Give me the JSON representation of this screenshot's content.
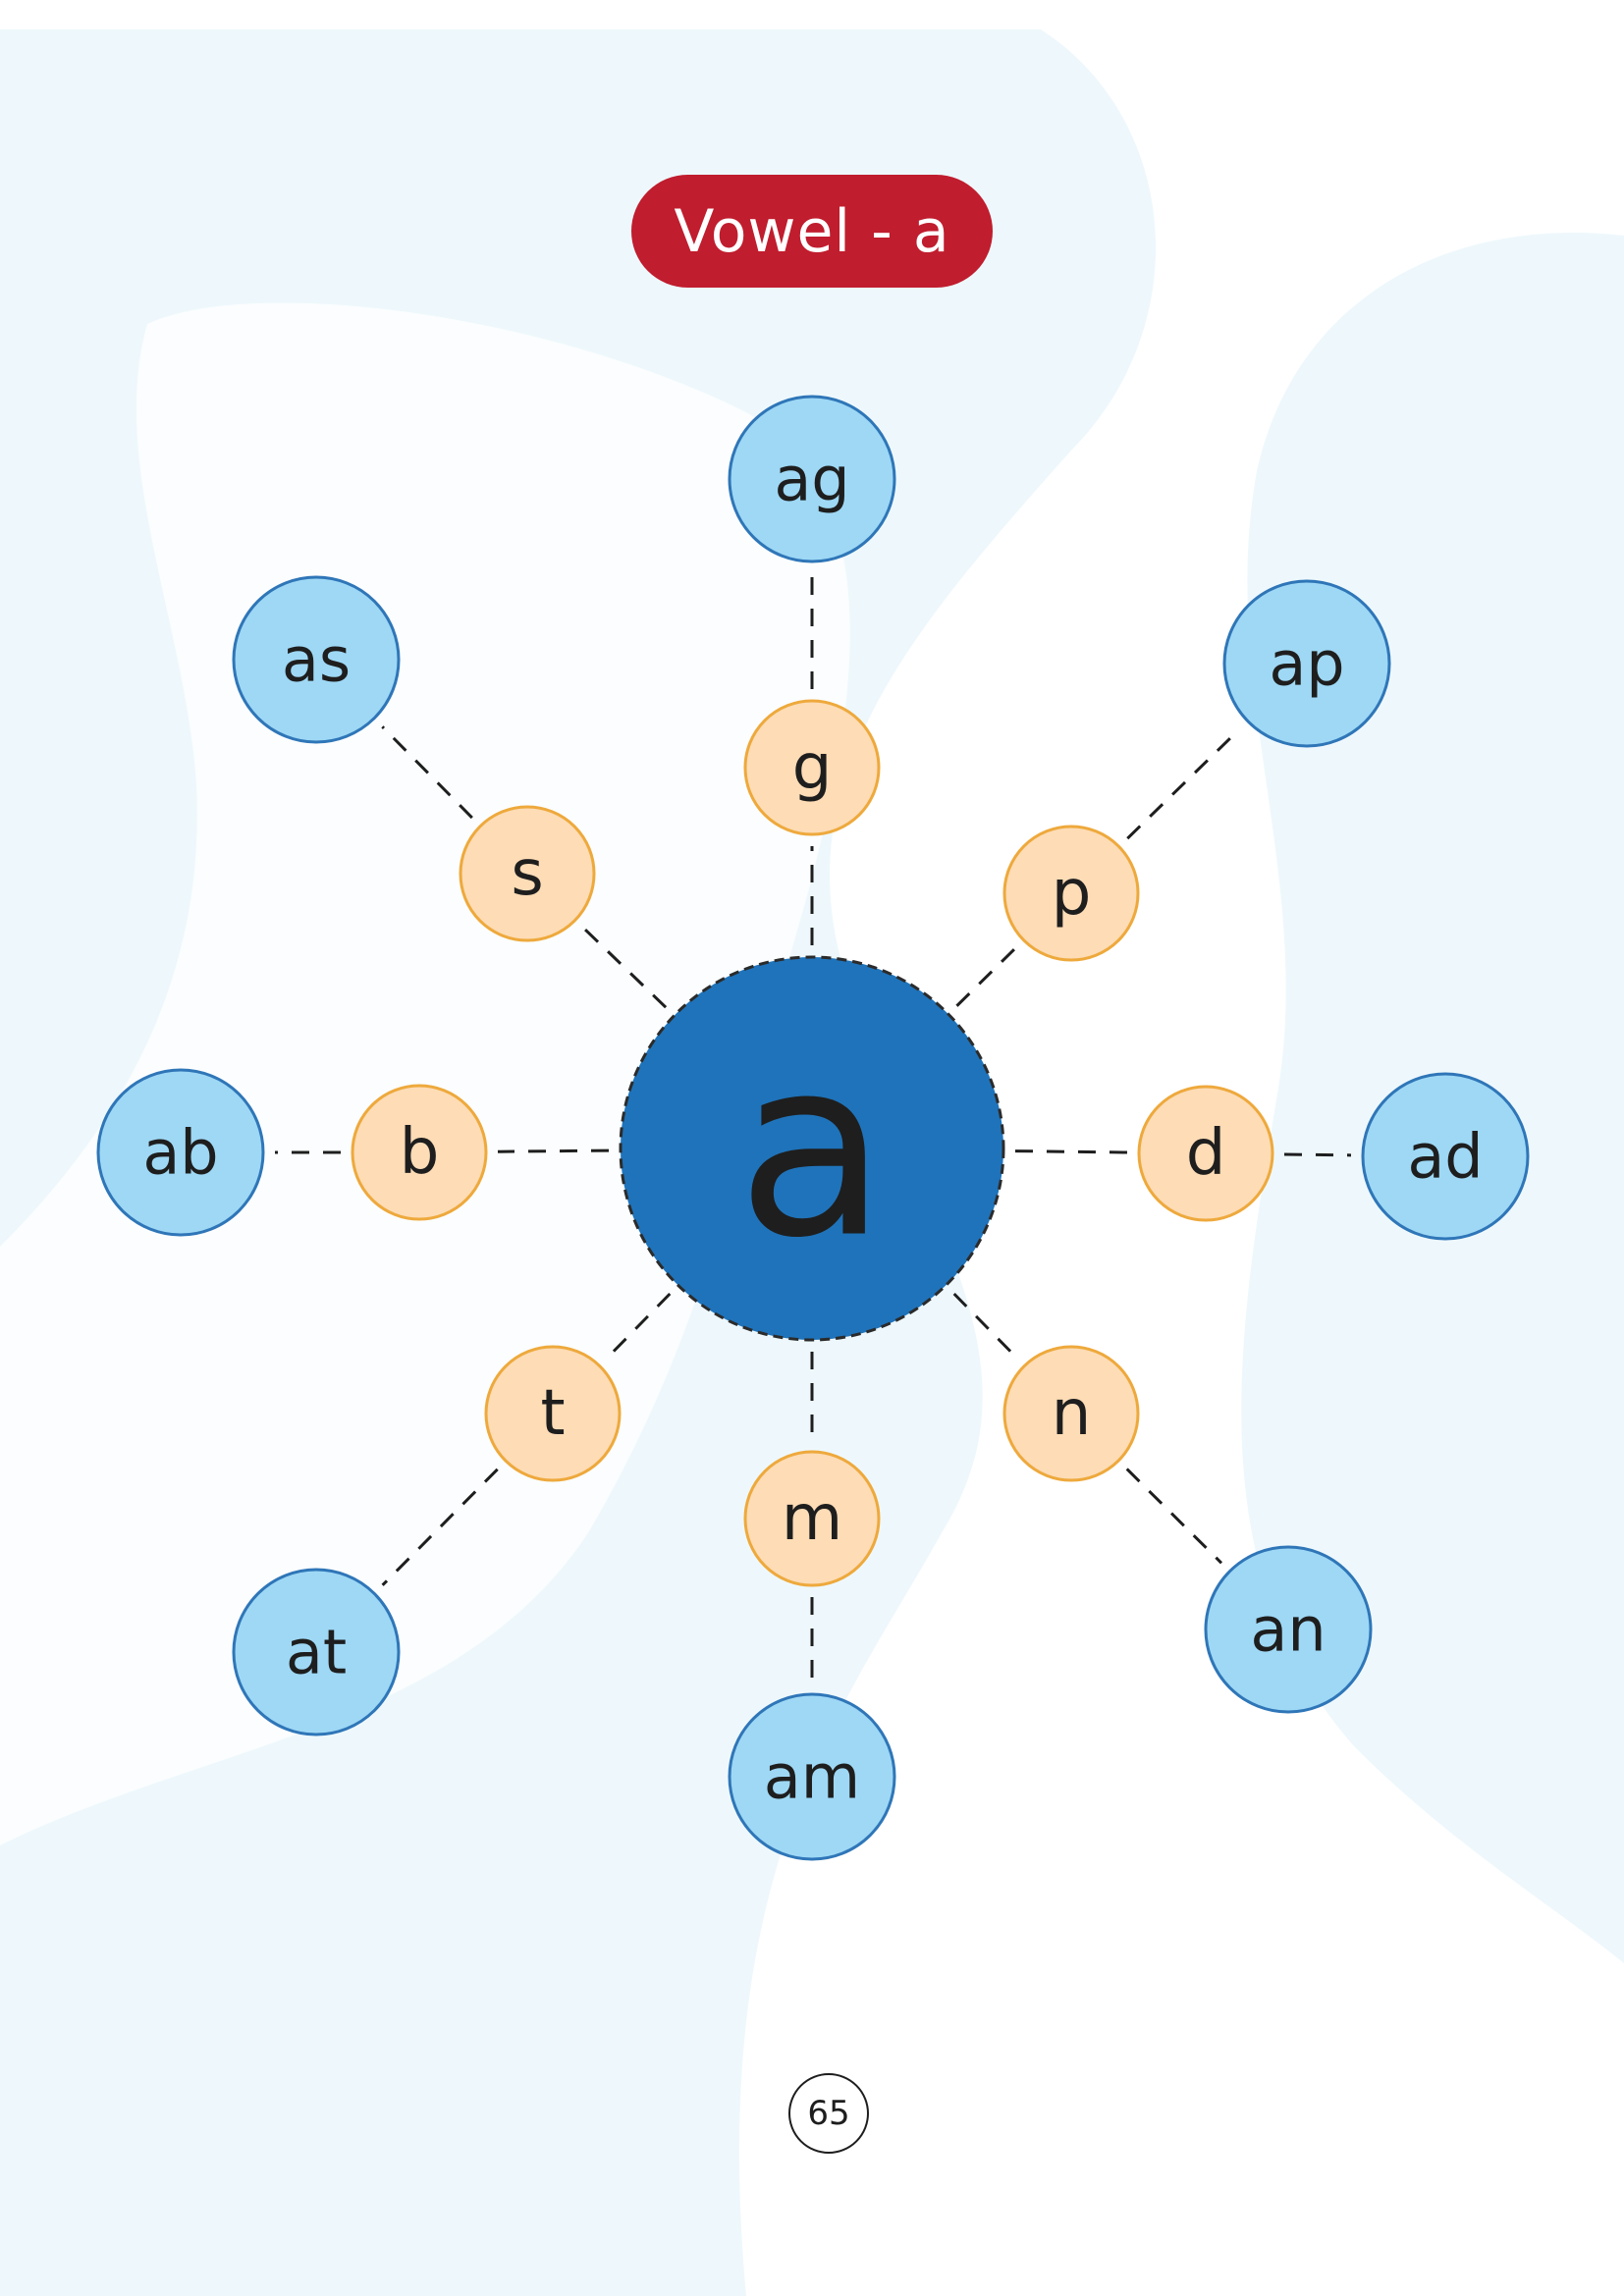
{
  "title": "Vowel - a",
  "center_letter": "a",
  "page_number": "65",
  "colors": {
    "title_bg": "#c01d2e",
    "center_fill": "#1f73ba",
    "outer_fill": "#9ed8f5",
    "outer_stroke": "#2f76b8",
    "inner_fill": "#fddcb6",
    "inner_stroke": "#eea93c",
    "background_wave": "#eef8fc"
  },
  "spokes": [
    {
      "id": "g",
      "consonant": "g",
      "word": "ag"
    },
    {
      "id": "p",
      "consonant": "p",
      "word": "ap"
    },
    {
      "id": "d",
      "consonant": "d",
      "word": "ad"
    },
    {
      "id": "n",
      "consonant": "n",
      "word": "an"
    },
    {
      "id": "m",
      "consonant": "m",
      "word": "am"
    },
    {
      "id": "t",
      "consonant": "t",
      "word": "at"
    },
    {
      "id": "b",
      "consonant": "b",
      "word": "ab"
    },
    {
      "id": "s",
      "consonant": "s",
      "word": "as"
    }
  ]
}
